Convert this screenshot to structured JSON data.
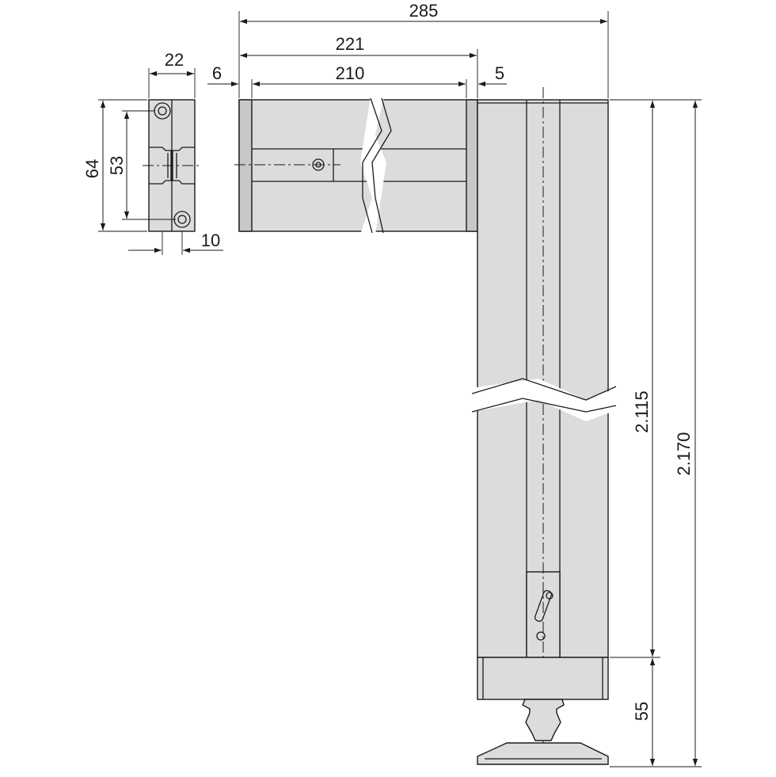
{
  "dimensions": {
    "overall_width": "285",
    "width_221": "221",
    "width_210": "210",
    "offset_6": "6",
    "offset_5": "5",
    "bracket_width": "22",
    "bracket_height": "64",
    "hole_spacing": "53",
    "bracket_depth": "10",
    "height_2115": "2.115",
    "height_2170": "2.170",
    "foot_height": "55"
  },
  "colors": {
    "part_fill": "#dcdcdc",
    "line": "#1a1a1a",
    "background": "#ffffff"
  }
}
